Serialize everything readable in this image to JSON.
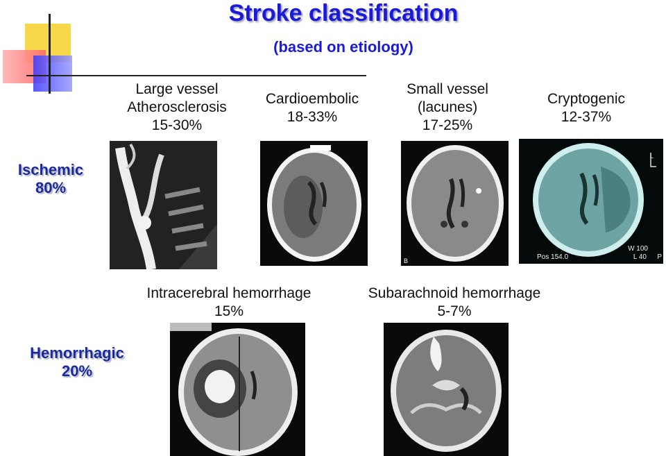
{
  "title": "Stroke classification",
  "subtitle": "(based on etiology)",
  "ischemic": {
    "name": "Ischemic",
    "percent": "80%"
  },
  "hemorrhagic": {
    "name": "Hemorrhagic",
    "percent": "20%"
  },
  "ischemic_types": [
    {
      "line1": "Large vessel",
      "line2": "Atherosclerosis",
      "line3": "15-30%"
    },
    {
      "line1": "Cardioembolic",
      "line2": "18-33%"
    },
    {
      "line1": "Small vessel",
      "line2": "(lacunes)",
      "line3": "17-25%"
    },
    {
      "line1": "Cryptogenic",
      "line2": "12-37%"
    }
  ],
  "hemorrhagic_types": [
    {
      "line1": "Intracerebral hemorrhage",
      "line2": "15%"
    },
    {
      "line1": "Subarachnoid hemorrhage",
      "line2": "5-7%"
    }
  ],
  "scan_labels": {
    "small_vessel_corner": "B",
    "ct_pos": "Pos 154.0",
    "ct_w": "W 100",
    "ct_l": "L 40",
    "ct_corner": "P",
    "ct_marker": "L"
  }
}
